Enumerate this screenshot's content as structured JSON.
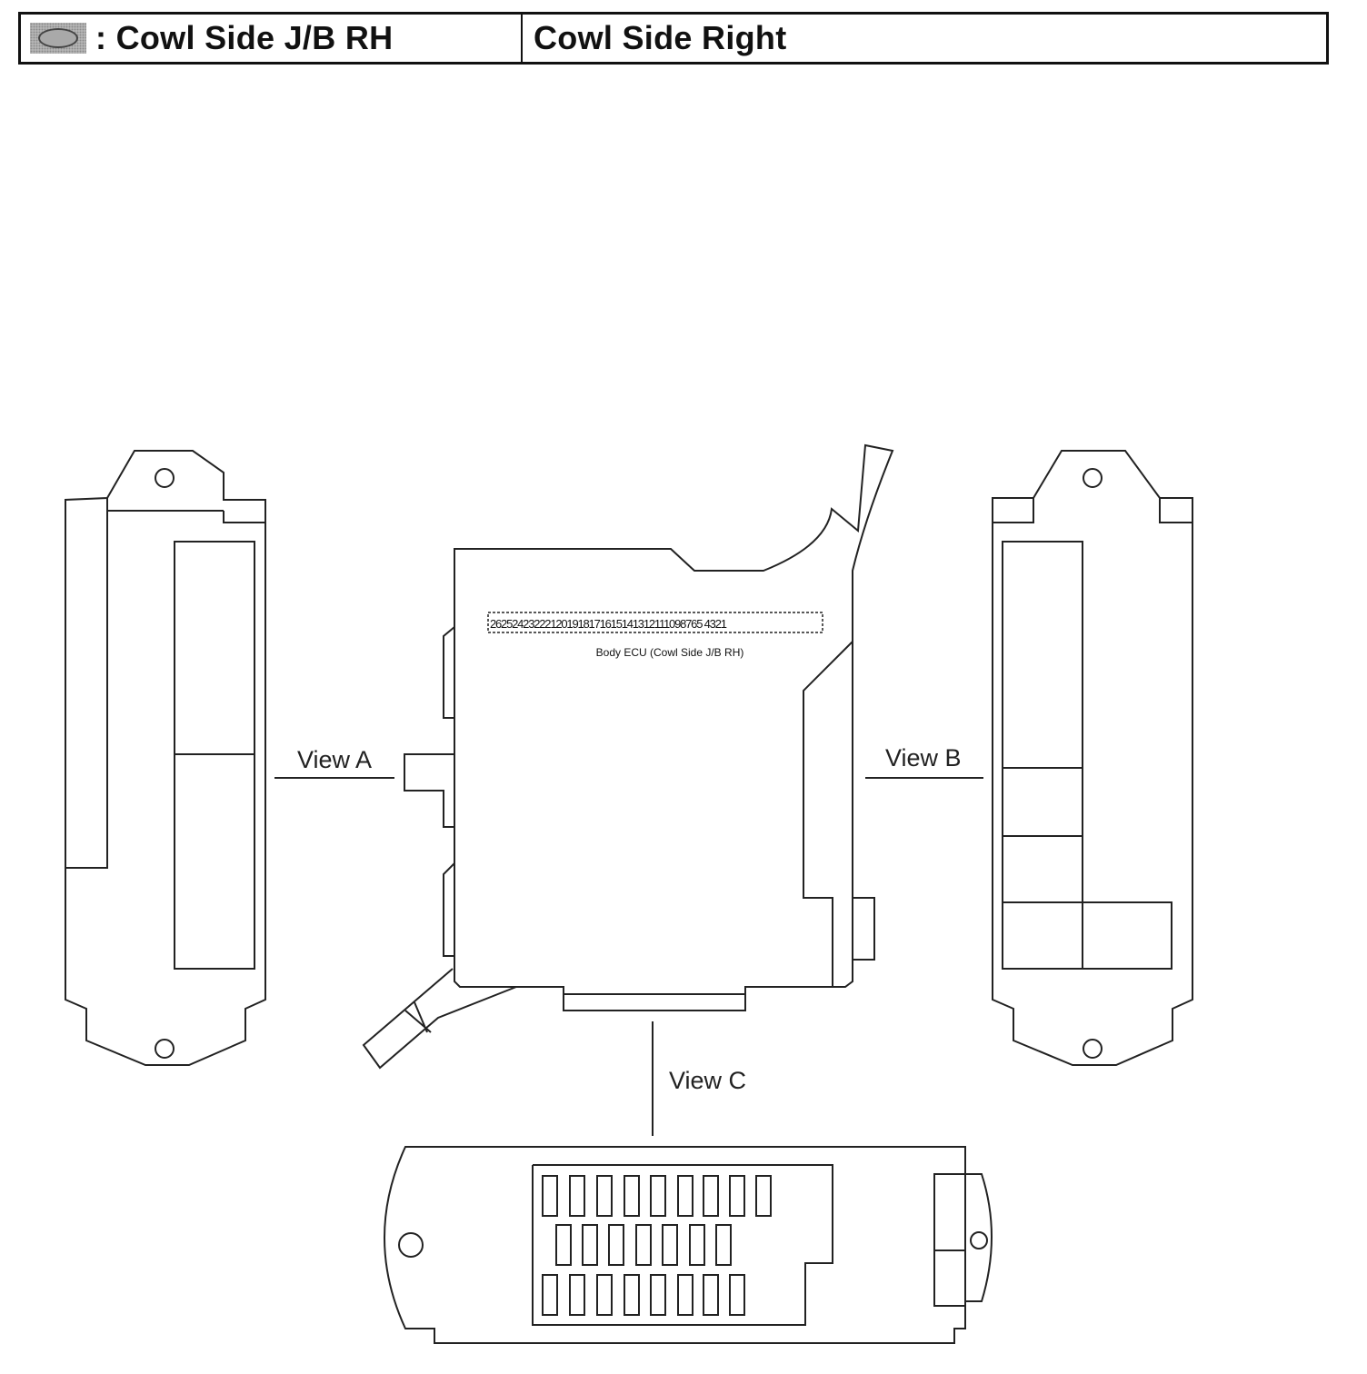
{
  "header": {
    "location_icon": "connector-location-icon",
    "connector_label": ": Cowl Side J/B RH",
    "location_label": "Cowl Side Right"
  },
  "diagram": {
    "pin_numbers": "262524232221201918171615141312111098765 4321",
    "component_label": "Body ECU (Cowl Side J/B RH)",
    "view_a_label": "View A",
    "view_b_label": "View B",
    "view_c_label": "View C",
    "line_color": "#222222"
  }
}
